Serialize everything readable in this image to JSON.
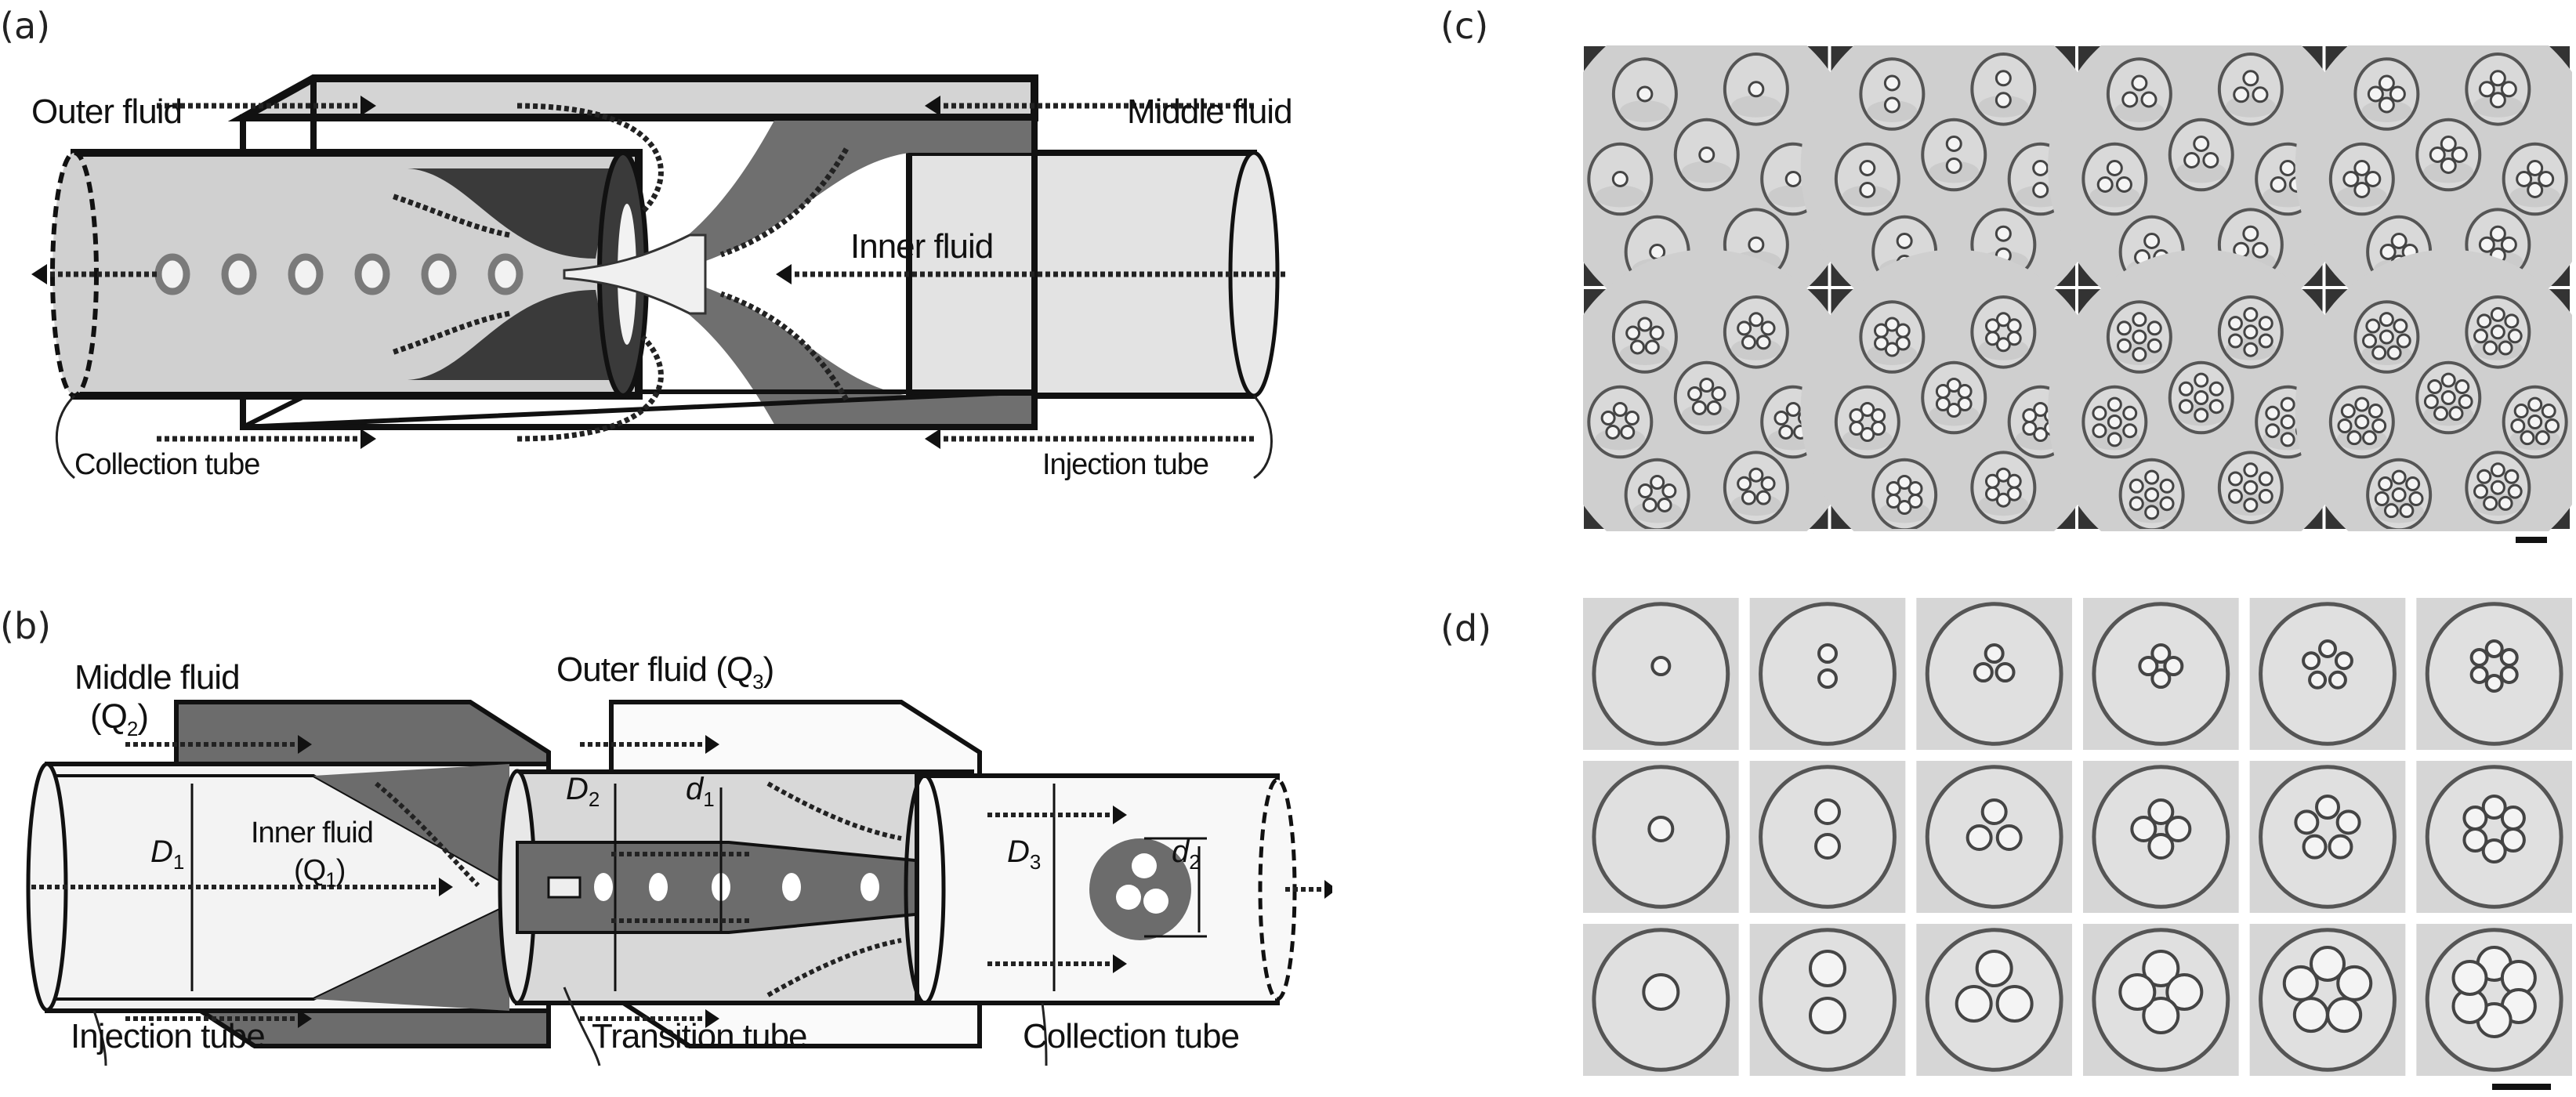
{
  "panels": {
    "a": {
      "label": "(a)",
      "texts": {
        "outer_fluid": "Outer fluid",
        "middle_fluid": "Middle fluid",
        "inner_fluid": "Inner fluid",
        "collection_tube": "Collection tube",
        "injection_tube": "Injection tube"
      }
    },
    "b": {
      "label": "(b)",
      "texts": {
        "middle_fluid": "Middle fluid",
        "q2": "(Q",
        "q2_sub": "2",
        "outer_fluid": "Outer fluid (Q",
        "q3_sub": "3",
        "inner_fluid": "Inner fluid",
        "q1": "(Q",
        "q1_sub": "1",
        "close_paren": ")",
        "injection_tube": "Injection tube",
        "transition_tube": "Transition tube",
        "collection_tube": "Collection tube",
        "D": "D",
        "d": "d",
        "s1": "1",
        "s2": "2",
        "s3": "3"
      }
    },
    "c": {
      "label": "(c)",
      "grid_rows": 2,
      "grid_cols": 4,
      "inner_counts": [
        1,
        2,
        3,
        4,
        5,
        6,
        7,
        8
      ]
    },
    "d": {
      "label": "(d)",
      "grid_rows": 3,
      "grid_cols": 6,
      "inner_counts": [
        1,
        2,
        3,
        4,
        5,
        6
      ]
    }
  },
  "colors": {
    "dark_fluid": "#3a3a3a",
    "mid_fluid": "#6e6e6e",
    "light_fluid": "#c9c9c9",
    "lighter_fluid": "#e2e2e2",
    "outline": "#111111",
    "micro_bg": "#cfcfcf"
  }
}
